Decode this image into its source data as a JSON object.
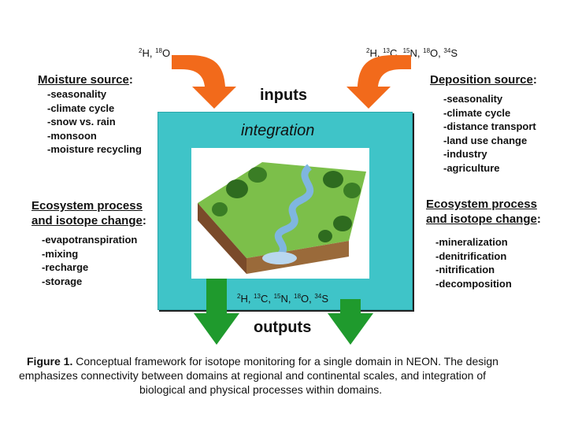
{
  "top_left_isotopes": [
    {
      "sup": "2",
      "el": "H"
    },
    {
      "sup": "18",
      "el": "O"
    }
  ],
  "top_right_isotopes": [
    {
      "sup": "2",
      "el": "H"
    },
    {
      "sup": "13",
      "el": "C"
    },
    {
      "sup": "15",
      "el": "N"
    },
    {
      "sup": "18",
      "el": "O"
    },
    {
      "sup": "34",
      "el": "S"
    }
  ],
  "bottom_isotopes": [
    {
      "sup": "2",
      "el": "H"
    },
    {
      "sup": "13",
      "el": "C"
    },
    {
      "sup": "15",
      "el": "N"
    },
    {
      "sup": "18",
      "el": "O"
    },
    {
      "sup": "34",
      "el": "S"
    }
  ],
  "moisture": {
    "title_main": "Moisture source",
    "title_colon": ":",
    "items": [
      "-seasonality",
      "-climate cycle",
      "-snow vs. rain",
      "-monsoon",
      "-moisture recycling"
    ]
  },
  "deposition": {
    "title_main": "Deposition source",
    "title_colon": ":",
    "items": [
      "-seasonality",
      "-climate cycle",
      "-distance transport",
      "-land use change",
      "-industry",
      "-agriculture"
    ]
  },
  "eco_left": {
    "line1": "Ecosystem process",
    "line2_main": "and isotope change",
    "line2_colon": ":",
    "items": [
      "-evapotranspiration",
      "-mixing",
      "-recharge",
      "-storage"
    ]
  },
  "eco_right": {
    "line1": "Ecosystem process",
    "line2_main": "and isotope change",
    "line2_colon": ":",
    "items": [
      "-mineralization",
      "-denitrification",
      "-nitrification",
      "-decomposition"
    ]
  },
  "center": {
    "inputs": "inputs",
    "integration": "integration",
    "outputs": "outputs"
  },
  "caption": {
    "label": "Figure 1.",
    "line1": " Conceptual framework for isotope monitoring for a single domain in NEON.  The design",
    "line2": "emphasizes connectivity between domains at regional and continental scales, and integration of",
    "line3": "biological and physical processes within domains."
  },
  "colors": {
    "cyan_box": "#3fc4c8",
    "input_arrow": "#f26a1b",
    "output_arrow": "#1f9a2d"
  }
}
